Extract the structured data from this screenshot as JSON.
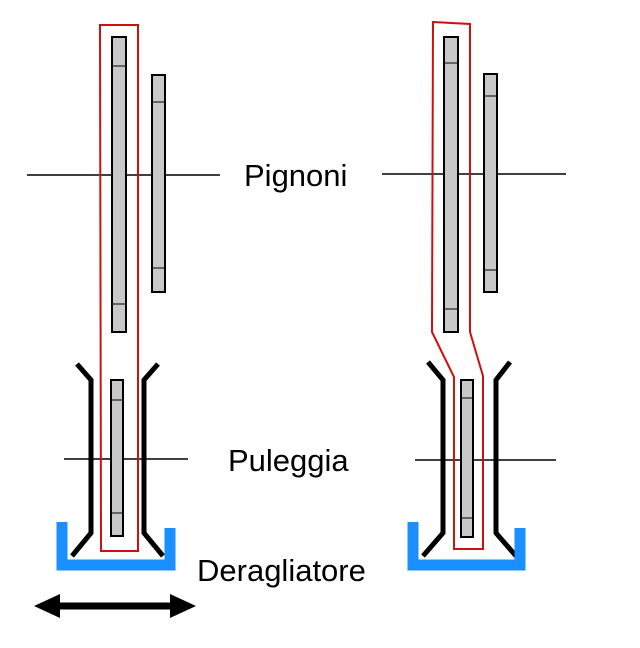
{
  "labels": {
    "sprockets": "Pignoni",
    "pulley": "Puleggia",
    "derailleur": "Deragliatore"
  },
  "colors": {
    "chain_outline": "#cc1111",
    "cage": "#1a8fff",
    "part_fill": "#c8c8c8",
    "line": "#000000"
  },
  "icons": {
    "movement": "double-headed-arrow"
  }
}
